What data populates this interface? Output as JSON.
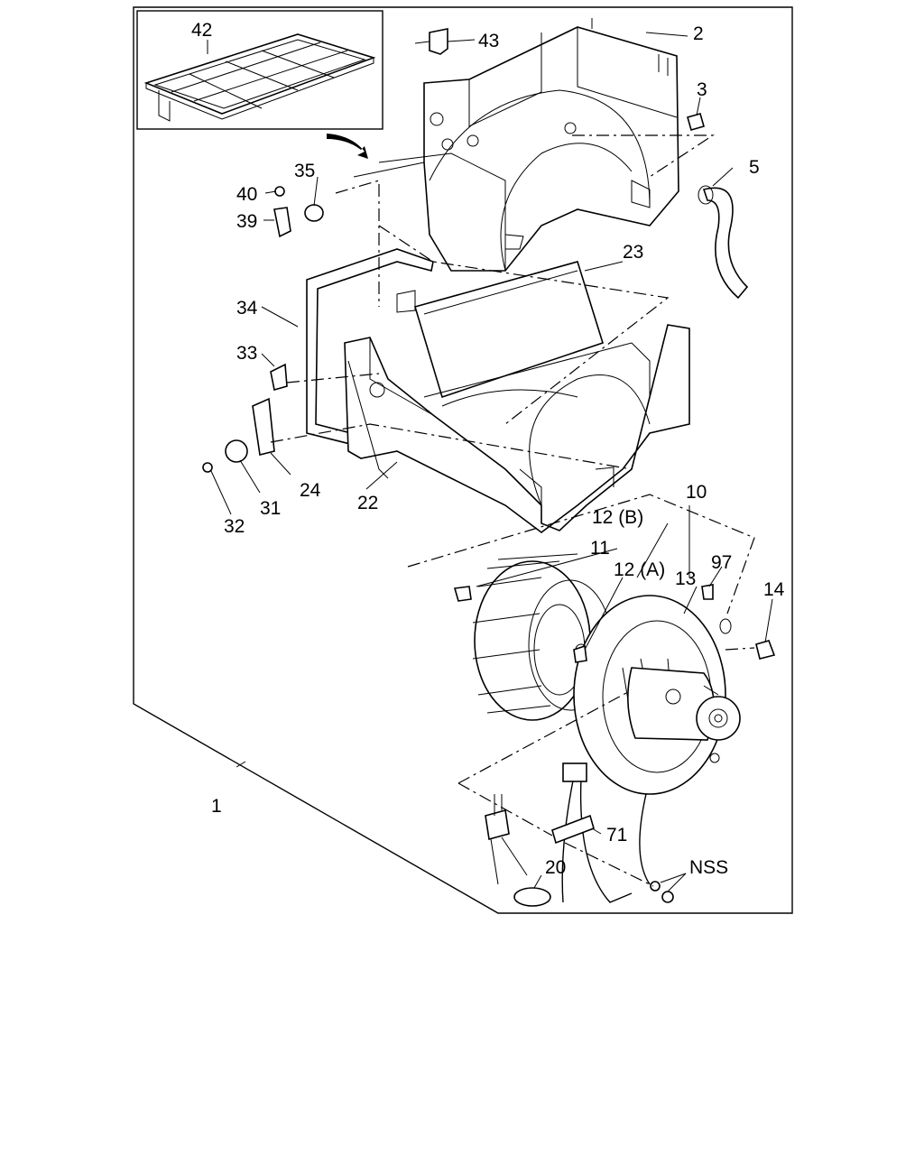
{
  "diagram": {
    "callouts": {
      "c1": "1",
      "c2": "2",
      "c3": "3",
      "c5": "5",
      "c10": "10",
      "c11": "11",
      "c12a": "12 (A)",
      "c12b": "12 (B)",
      "c13": "13",
      "c14": "14",
      "c20": "20",
      "c22": "22",
      "c23": "23",
      "c24": "24",
      "c31": "31",
      "c32": "32",
      "c33": "33",
      "c34": "34",
      "c35": "35",
      "c39": "39",
      "c40": "40",
      "c42": "42",
      "c43": "43",
      "c71": "71",
      "c97": "97",
      "cnss": "NSS"
    }
  }
}
